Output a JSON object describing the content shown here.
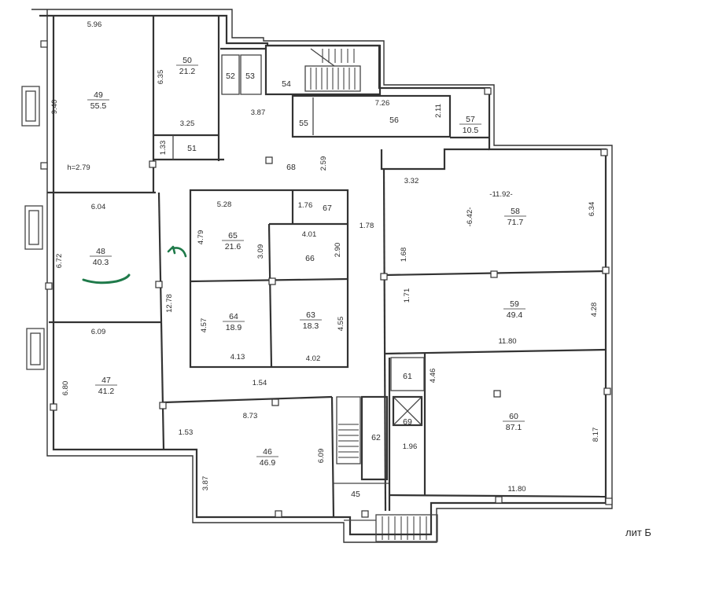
{
  "plan": {
    "label": "лит Б",
    "rooms": [
      {
        "num": "49",
        "area": "55.5"
      },
      {
        "num": "50",
        "area": "21.2"
      },
      {
        "num": "51",
        "area": ""
      },
      {
        "num": "52",
        "area": ""
      },
      {
        "num": "53",
        "area": ""
      },
      {
        "num": "54",
        "area": ""
      },
      {
        "num": "55",
        "area": ""
      },
      {
        "num": "56",
        "area": ""
      },
      {
        "num": "57",
        "area": "10.5"
      },
      {
        "num": "68",
        "area": ""
      },
      {
        "num": "58",
        "area": "71.7"
      },
      {
        "num": "48",
        "area": "40.3"
      },
      {
        "num": "65",
        "area": "21.6"
      },
      {
        "num": "67",
        "area": ""
      },
      {
        "num": "66",
        "area": ""
      },
      {
        "num": "64",
        "area": "18.9"
      },
      {
        "num": "63",
        "area": "18.3"
      },
      {
        "num": "59",
        "area": "49.4"
      },
      {
        "num": "47",
        "area": "41.2"
      },
      {
        "num": "61",
        "area": ""
      },
      {
        "num": "60",
        "area": "87.1"
      },
      {
        "num": "69",
        "area": ""
      },
      {
        "num": "62",
        "area": ""
      },
      {
        "num": "46",
        "area": "46.9"
      },
      {
        "num": "45",
        "area": ""
      }
    ],
    "dims": [
      "5.96",
      "9.40",
      "6.35",
      "3.25",
      "1.33",
      "h=2.79",
      "3.87",
      "7.26",
      "2.11",
      "2.59",
      "3.32",
      "-11.92-",
      "-6.42-",
      "6.34",
      "6.04",
      "6.72",
      "5.28",
      "1.76",
      "4.79",
      "3.09",
      "4.01",
      "2.90",
      "1.78",
      "1.68",
      "1.71",
      "12.78",
      "4.57",
      "4.13",
      "4.02",
      "4.55",
      "4.28",
      "6.09",
      "11.80",
      "6.80",
      "1.54",
      "4.46",
      "8.73",
      "1.53",
      "3.87",
      "6.09",
      "1.96",
      "8.17",
      "11.80"
    ]
  }
}
